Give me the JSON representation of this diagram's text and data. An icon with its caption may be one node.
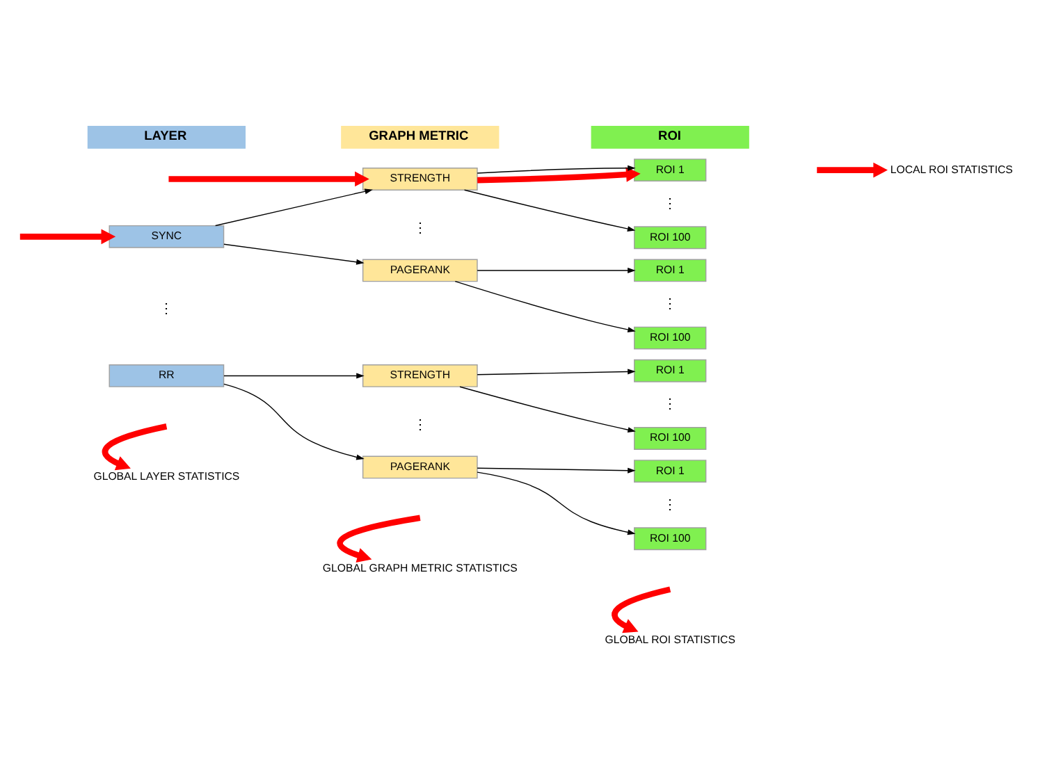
{
  "diagram": {
    "nodes": [
      {
        "text": [
          "LAYER"
        ]
      },
      {
        "text": [
          "GRAPH METRIC"
        ]
      },
      {
        "text": [
          "ROI"
        ]
      },
      {
        "text": [
          "SYNC"
        ]
      },
      {
        "text": [
          "STRENGTH"
        ]
      },
      {
        "text": [
          "ROI 1"
        ]
      },
      {
        "text": [
          "ROI 100"
        ]
      },
      {
        "text": [
          "PAGERANK"
        ]
      },
      {
        "text": [
          "ROI 1"
        ]
      },
      {
        "text": [
          "ROI 100"
        ]
      },
      {
        "text": [
          "RR"
        ]
      },
      {
        "text": [
          "STRENGTH"
        ]
      },
      {
        "text": [
          "ROI 1"
        ]
      },
      {
        "text": [
          "ROI 100"
        ]
      },
      {
        "text": [
          "PAGERANK"
        ]
      },
      {
        "text": [
          "ROI 1"
        ]
      },
      {
        "text": [
          "ROI 100"
        ]
      },
      {
        "text": [
          "LOCAL ROI STATISTICS"
        ]
      },
      {
        "text": [
          "GLOBAL LAYER STATISTICS"
        ]
      },
      {
        "text": [
          "GLOBAL GRAPH METRIC STATISTICS"
        ]
      },
      {
        "text": [
          "GLOBAL ROI STATISTICS"
        ]
      }
    ],
    "edges": [
      {
        "from": null,
        "to": 3,
        "arrow": "to",
        "style": "thick",
        "color": "#ff0000"
      },
      {
        "from": null,
        "to": 4,
        "arrow": "to",
        "style": "thick",
        "color": "#ff0000"
      },
      {
        "from": 3,
        "to": 4,
        "arrow": "to"
      },
      {
        "from": 3,
        "to": 7,
        "arrow": "to"
      },
      {
        "from": 4,
        "to": 5,
        "arrow": "to",
        "style": "thick",
        "color": "#ff0000"
      },
      {
        "from": 4,
        "to": 5,
        "arrow": "to"
      },
      {
        "from": 4,
        "to": 6,
        "arrow": "to"
      },
      {
        "from": null,
        "to": 17,
        "arrow": "to",
        "style": "thick",
        "color": "#ff0000"
      },
      {
        "from": 7,
        "to": 8,
        "arrow": "to"
      },
      {
        "from": 7,
        "to": 9,
        "arrow": "to"
      },
      {
        "from": 10,
        "to": 11,
        "arrow": "to"
      },
      {
        "from": 10,
        "to": 14,
        "arrow": "to"
      },
      {
        "from": 11,
        "to": 12,
        "arrow": "to"
      },
      {
        "from": 11,
        "to": 13,
        "arrow": "to"
      },
      {
        "from": 14,
        "to": 15,
        "arrow": "to"
      },
      {
        "from": 14,
        "to": 16,
        "arrow": "to"
      },
      {
        "from": null,
        "to": 18,
        "arrow": "to",
        "style": "thick",
        "color": "#ff0000"
      },
      {
        "from": null,
        "to": 19,
        "arrow": "to",
        "style": "thick",
        "color": "#ff0000"
      },
      {
        "from": null,
        "to": 20,
        "arrow": "to",
        "style": "thick",
        "color": "#ff0000"
      }
    ],
    "labels": [
      "⋮",
      "⋮",
      "⋮",
      "⋮",
      "⋮",
      "⋮",
      "⋮"
    ]
  }
}
